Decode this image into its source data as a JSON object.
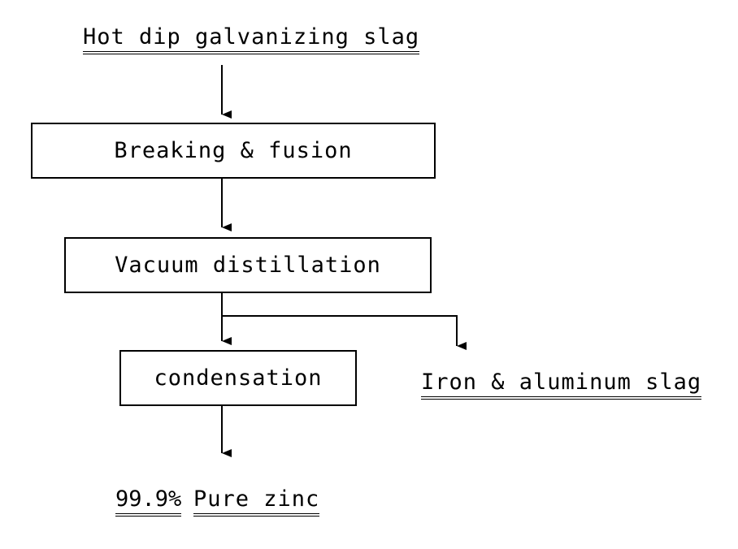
{
  "flow": {
    "input": "Hot dip galvanizing slag",
    "steps": [
      "Breaking & fusion",
      "Vacuum distillation",
      "condensation"
    ],
    "byproduct": "Iron & aluminum slag",
    "product_purity": "99.9%",
    "product_name": "Pure zinc"
  }
}
